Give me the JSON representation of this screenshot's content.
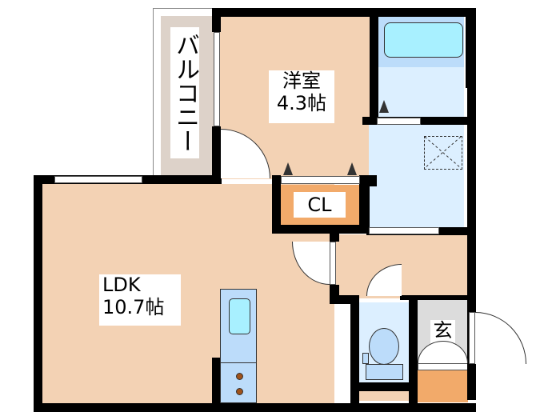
{
  "floorplan": {
    "rooms": {
      "balcony": {
        "label": "バルコニー"
      },
      "western_room": {
        "name": "洋室",
        "size": "4.3帖"
      },
      "closet": {
        "label": "CL"
      },
      "ldk": {
        "name": "LDK",
        "size": "10.7帖"
      },
      "genkan": {
        "label": "玄"
      }
    },
    "colors": {
      "living_floor": "#f3d2b4",
      "wet_area_floor": "#dcefff",
      "bath_floor": "#bcdcfa",
      "bathtub": "#a8f0ff",
      "closet": "#f2aa6a",
      "balcony": "#ddd2c9",
      "genkan": "#dcdcdc",
      "wall": "#000000"
    }
  }
}
